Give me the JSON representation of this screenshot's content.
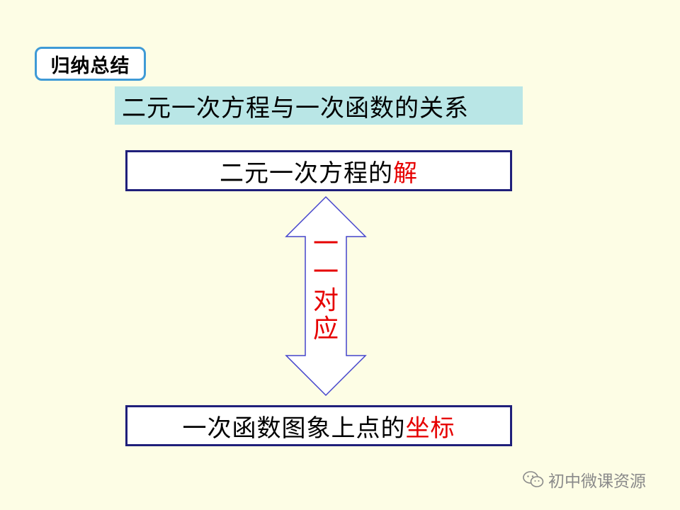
{
  "tag_label": "归纳总结",
  "subtitle": "二元一次方程与一次函数的关系",
  "top_box": {
    "text_plain": "二元一次方程的",
    "text_highlight": "解"
  },
  "bottom_box": {
    "text_plain": "一次函数图象上点的",
    "text_highlight": "坐标"
  },
  "arrow_chars": [
    "一",
    "一",
    "对",
    "应"
  ],
  "watermark": {
    "icon": "wechat-icon",
    "text": "初中微课资源"
  },
  "colors": {
    "highlight": "#e60000",
    "box_border": "#1f1f7a",
    "arrow_stroke": "#4444cc",
    "subtitle_bg": "#b9e6e6",
    "tag_border": "#3f9ad6",
    "background": "#fdfde5"
  }
}
